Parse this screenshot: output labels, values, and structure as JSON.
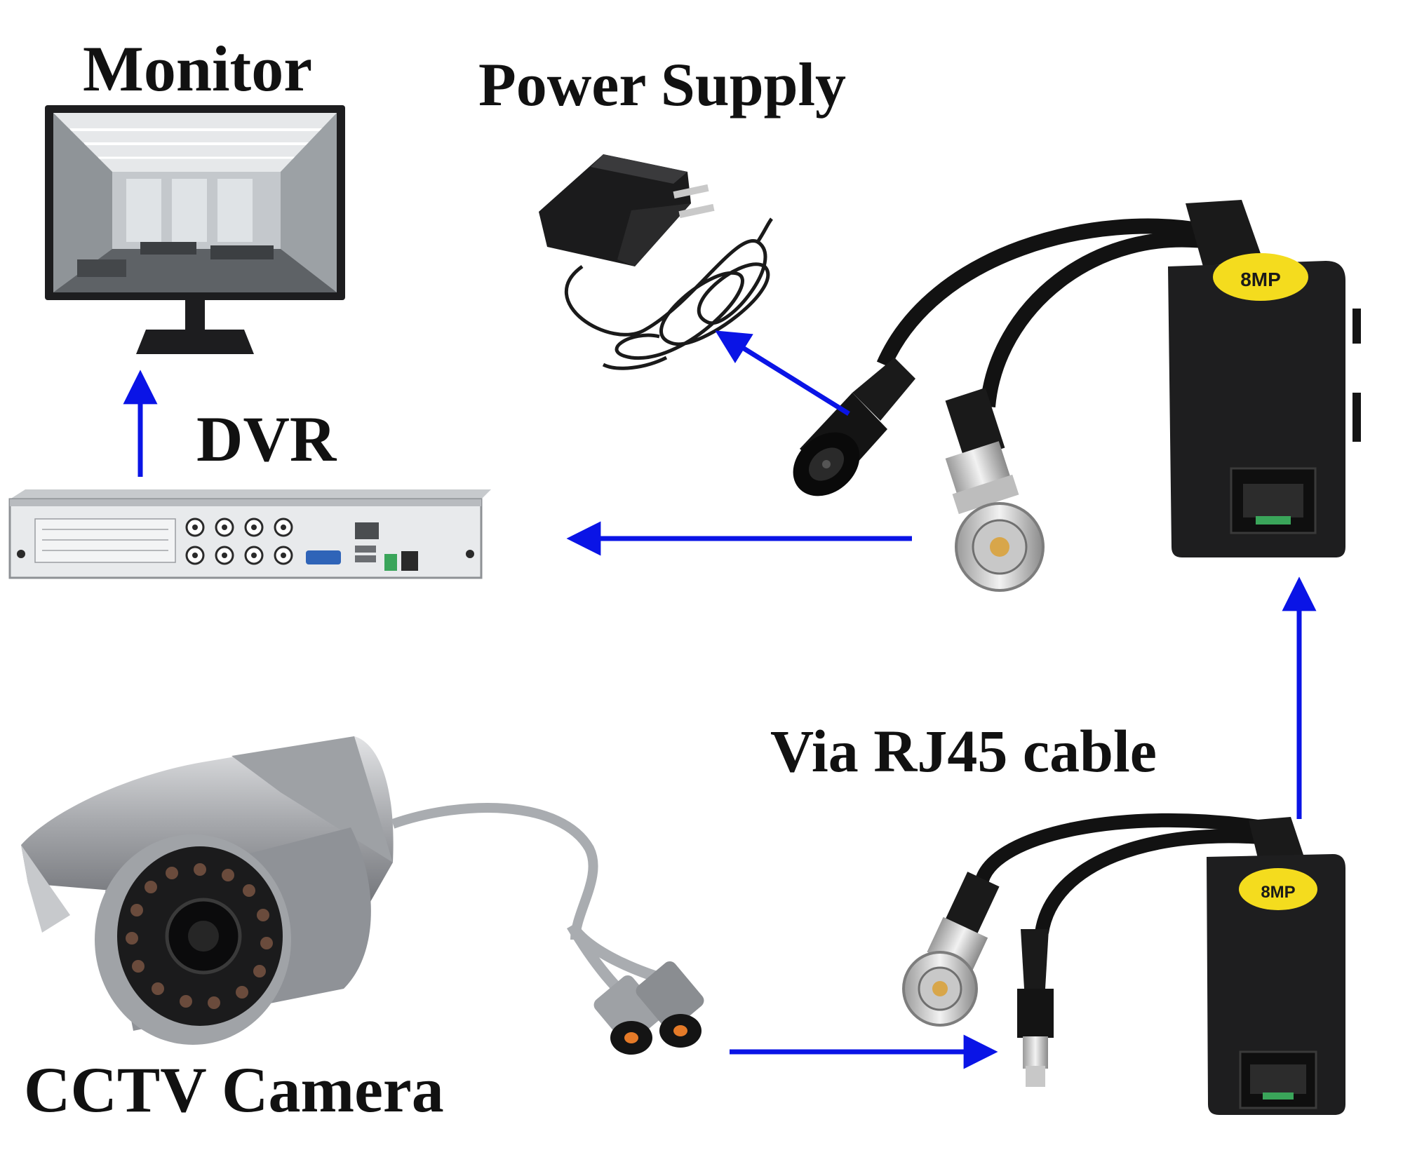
{
  "labels": {
    "monitor": "Monitor",
    "power_supply": "Power Supply",
    "dvr": "DVR",
    "via_rj45": "Via RJ45 cable",
    "cctv_camera": "CCTV Camera"
  },
  "balun_badge": "8MP",
  "colors": {
    "arrow": "#0a14e6",
    "device_dark": "#1c1c1c",
    "badge_yellow": "#f4dc1e",
    "dvr_silver": "#e6e8ea",
    "camera_silver": "#a9abaf"
  },
  "icons": [
    "monitor-icon",
    "power-adapter-icon",
    "dvr-icon",
    "cctv-camera-icon",
    "video-balun-icon",
    "bnc-connector-icon",
    "dc-jack-icon"
  ]
}
